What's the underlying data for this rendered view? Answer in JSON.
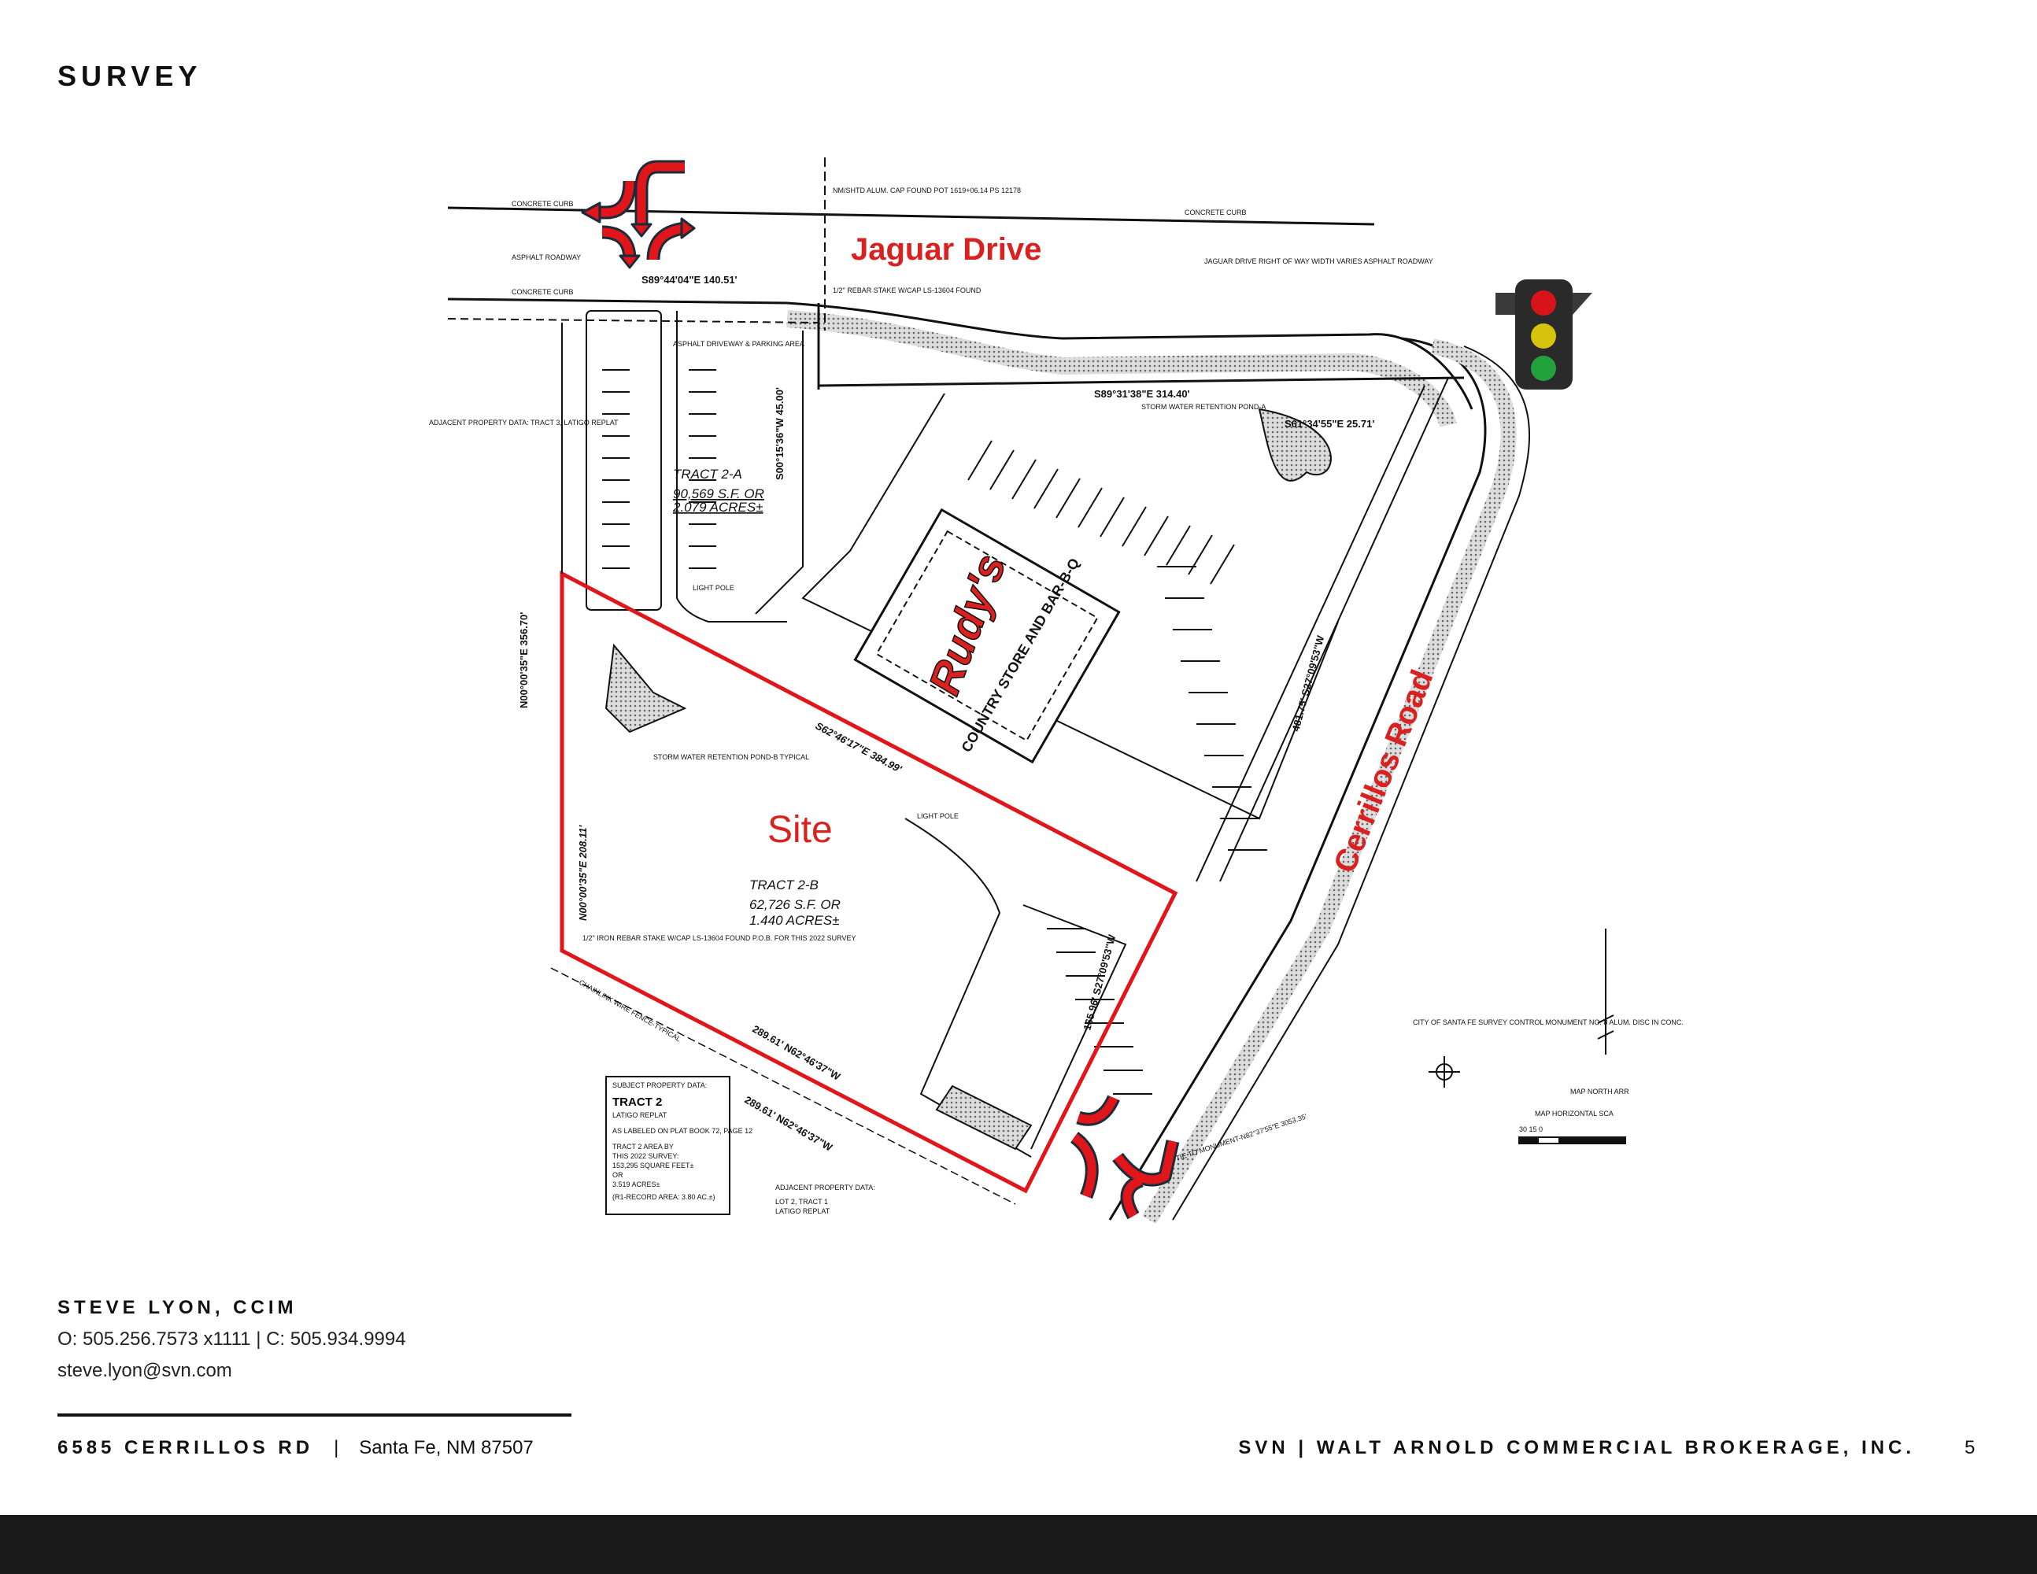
{
  "page": {
    "title": "SURVEY",
    "page_number": "5"
  },
  "map": {
    "road_labels": {
      "jaguar": "Jaguar Drive",
      "cerrillos": "Cerrillos Road",
      "site": "Site"
    },
    "logo_text": "Rudy's",
    "building_text": "COUNTRY STORE AND BAR-B-Q",
    "tract_2a": {
      "name": "TRACT 2-A",
      "sf": "90,569 S.F. OR",
      "acres": "2.079 ACRES±"
    },
    "tract_2b": {
      "name": "TRACT 2-B",
      "sf": "62,726 S.F. OR",
      "acres": "1.440 ACRES±"
    },
    "bearings": {
      "b1": "S89°44'04\"E 140.51'",
      "b2": "S89°31'38\"E 314.40'",
      "b3": "S61°34'55\"E 25.71'",
      "b4": "S00°15'36\"W 45.00'",
      "b5": "N00°00'35\"E 356.70'",
      "b6": "N00°00'35\"E 208.11'",
      "b7": "S62°46'17\"E 384.99'",
      "b8": "289.61' N62°46'37\"W",
      "b9": "481.75' S27°09'53\"W",
      "b10": "165.96' S27°09'53\"W"
    },
    "notes": {
      "concrete_curb": "CONCRETE CURB",
      "asphalt_roadway": "ASPHALT ROADWAY",
      "jaguar_row": "JAGUAR DRIVE RIGHT OF WAY WIDTH VARIES ASPHALT ROADWAY",
      "cap_found": "NM/SHTD ALUM. CAP FOUND POT 1619+06.14 PS 12178",
      "rebar_stake": "1/2\" REBAR STAKE W/CAP LS-13604 FOUND",
      "adjacent_top": "ADJACENT PROPERTY DATA: TRACT 3, LATIGO REPLAT",
      "storm_a": "STORM WATER RETENTION POND-A",
      "storm_b": "STORM WATER RETENTION POND-B TYPICAL",
      "asphalt_parking": "ASPHALT DRIVEWAY & PARKING AREA",
      "light_pole": "LIGHT POLE",
      "monument": "CITY OF SANTA FE SURVEY CONTROL MONUMENT NO. 8 ALUM. DISC IN CONC.",
      "north_arrow": "MAP NORTH ARR",
      "scale": "MAP HORIZONTAL SCA",
      "scale_ticks": "30  15  0",
      "pob": "1/2\" IRON REBAR STAKE W/CAP LS-13604 FOUND P.O.B. FOR THIS 2022 SURVEY",
      "fence": "CHAINLINK WIRE FENCE-TYPICAL",
      "tie": "TIE TO MONUMENT-N82°37'55\"E 3053.35'"
    },
    "subject_box": {
      "heading": "SUBJECT PROPERTY DATA:",
      "tract": "TRACT 2",
      "replat": "LATIGO REPLAT",
      "labeled": "AS LABELED ON PLAT BOOK 72, PAGE 12",
      "area1": "TRACT 2 AREA BY",
      "area2": "THIS 2022 SURVEY:",
      "area3": "153,295 SQUARE FEET±",
      "or": "OR",
      "acres": "3.519 ACRES±",
      "record": "(R1-RECORD AREA: 3.80 AC.±)"
    },
    "adjacent_bottom": {
      "heading": "ADJACENT PROPERTY DATA:",
      "lot": "LOT 2, TRACT 1",
      "replat": "LATIGO REPLAT"
    },
    "colors": {
      "site_outline": "#e0161b",
      "label_red": "#d9211f"
    }
  },
  "footer": {
    "agent_name": "STEVE LYON, CCIM",
    "phone": "O: 505.256.7573 x1111 | C: 505.934.9994",
    "email": "steve.lyon@svn.com",
    "address": "6585 CERRILLOS RD",
    "separator": "|",
    "city": "Santa Fe, NM 87507",
    "brokerage": "SVN | WALT ARNOLD COMMERCIAL BROKERAGE, INC."
  }
}
